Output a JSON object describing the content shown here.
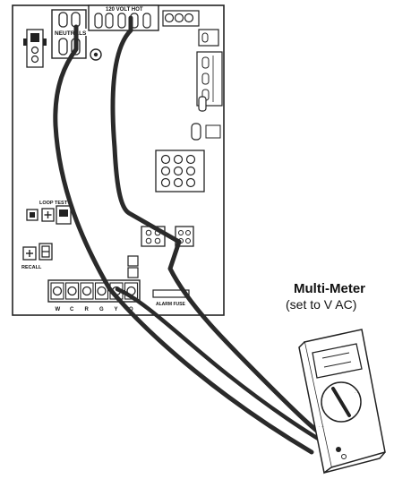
{
  "board": {
    "neutrals_label": "NEUTRALS",
    "hot_label": "120 VOLT HOT",
    "loop_test_label": "LOOP TEST",
    "recall_label": "RECALL",
    "fuse_label": "ALARM FUSE",
    "terminal_letters": [
      "W",
      "C",
      "R",
      "G",
      "Y",
      "O"
    ]
  },
  "meter": {
    "title": "Multi-Meter",
    "subtitle": "(set to V AC)"
  }
}
